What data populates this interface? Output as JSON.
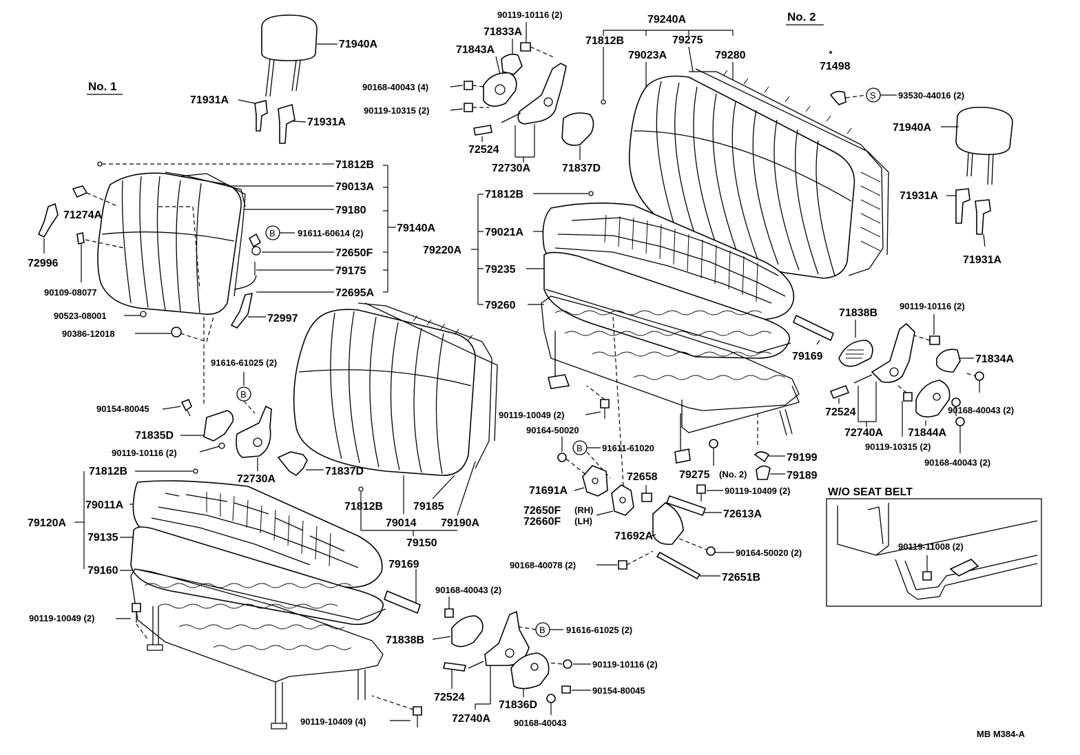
{
  "labels": {
    "no1": "No. 1",
    "no2": "No. 2",
    "p71940A_l": "71940A",
    "p71931A_l1": "71931A",
    "p71931A_l2": "71931A",
    "p71812B_1": "71812B",
    "p79013A": "79013A",
    "p79180": "79180",
    "p79140A": "79140A",
    "p91611_60614": "91611-60614 (2)",
    "p72650F_1": "72650F",
    "p79175": "79175",
    "p72695A": "72695A",
    "p71274A": "71274A",
    "p72996": "72996",
    "p90109_08077": "90109-08077",
    "p90523_08001": "90523-08001",
    "p90386_12018": "90386-12018",
    "p72997": "72997",
    "p91616_61025_a": "91616-61025 (2)",
    "p90154_80045_a": "90154-80045",
    "p71835D": "71835D",
    "p90119_10116_a": "90119-10116 (2)",
    "p72730A_b": "72730A",
    "p71837D_b": "71837D",
    "p71812B_2": "71812B",
    "p79011A": "79011A",
    "p79120A": "79120A",
    "p79135": "79135",
    "p79160": "79160",
    "p90119_10049_a": "90119-10049 (2)",
    "p71812B_3": "71812B",
    "p79014": "79014",
    "p79185": "79185",
    "p79190A": "79190A",
    "p79150": "79150",
    "p79169_a": "79169",
    "p90168_40043_a": "90168-40043 (2)",
    "p71838B_a": "71838B",
    "p91616_61025_b": "91616-61025 (2)",
    "p90119_10116_b": "90119-10116 (2)",
    "p90154_80045_b": "90154-80045",
    "p72524_a": "72524",
    "p71836D": "71836D",
    "p90168_40043_b": "90168-40043",
    "p72740A_a": "72740A",
    "p90119_10409_a": "90119-10409 (4)",
    "p90119_10116_top": "90119-10116 (2)",
    "p71833A": "71833A",
    "p71843A": "71843A",
    "p90168_40043_top": "90168-40043 (4)",
    "p90119_10315_top": "90119-10315 (2)",
    "p72524_top": "72524",
    "p72730A_top": "72730A",
    "p71837D_top": "71837D",
    "p79240A": "79240A",
    "p71812B_top": "71812B",
    "p79023A": "79023A",
    "p79275_top": "79275",
    "p79280": "79280",
    "p71812B_mid": "71812B",
    "p79021A": "79021A",
    "p79220A": "79220A",
    "p79235": "79235",
    "p79260": "79260",
    "p79169_b": "79169",
    "p90119_10049_b": "90119-10049 (2)",
    "p90164_50020_a": "90164-50020",
    "p91611_61020": "91611-61020",
    "p72658": "72658",
    "p71691A": "71691A",
    "p72650F_2": "72650F",
    "p72660F": "72660F",
    "rh": "(RH)",
    "lh": "(LH)",
    "p79275_no2": "79275",
    "no2_small": "(No. 2)",
    "p79199": "79199",
    "p79189": "79189",
    "p90119_10409_b": "90119-10409 (2)",
    "p72613A": "72613A",
    "p71692A": "71692A",
    "p90164_50020_b": "90164-50020 (2)",
    "p90168_40078": "90168-40078 (2)",
    "p72651B": "72651B",
    "p71498": "71498",
    "p93530_44016": "93530-44016 (2)",
    "p71940A_r": "71940A",
    "p71931A_r1": "71931A",
    "p71931A_r2": "71931A",
    "p71838B_b": "71838B",
    "p90119_10116_c": "90119-10116 (2)",
    "p71834A": "71834A",
    "p72524_b": "72524",
    "p72740A_b": "72740A",
    "p71844A": "71844A",
    "p90168_40043_c": "90168-40043 (2)",
    "p90119_10315_b": "90119-10315 (2)",
    "p90168_40043_d": "90168-40043 (2)",
    "wo_seat_belt": "W/O SEAT  BELT",
    "p90119_11008": "90119-11008 (2)",
    "footer_code": "MB  M384-A"
  },
  "callouts": {
    "b": "B",
    "s": "S"
  }
}
